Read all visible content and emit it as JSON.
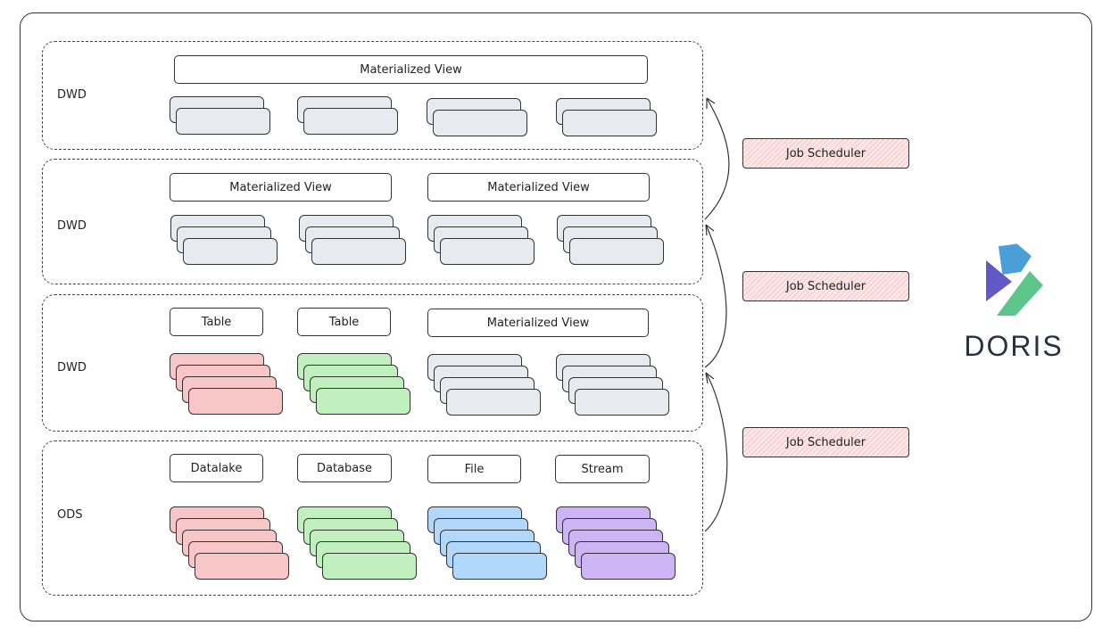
{
  "layers": [
    {
      "label": "DWD",
      "boxes": [
        "Materialized View"
      ]
    },
    {
      "label": "DWD",
      "boxes": [
        "Materialized View",
        "Materialized View"
      ]
    },
    {
      "label": "DWD",
      "boxes": [
        "Table",
        "Table",
        "Materialized View"
      ]
    },
    {
      "label": "ODS",
      "boxes": [
        "Datalake",
        "Database",
        "File",
        "Stream"
      ]
    }
  ],
  "schedulers": [
    "Job Scheduler",
    "Job Scheduler",
    "Job Scheduler"
  ],
  "logo": {
    "text": "DORIS",
    "colors": [
      "#4a9fd8",
      "#6458c8",
      "#5cc58a"
    ]
  },
  "colors": {
    "grey": "#e7eaee",
    "red": "#f8c6c6",
    "green": "#bff0bd",
    "blue": "#b1d7fa",
    "purple": "#cdb5f5"
  }
}
